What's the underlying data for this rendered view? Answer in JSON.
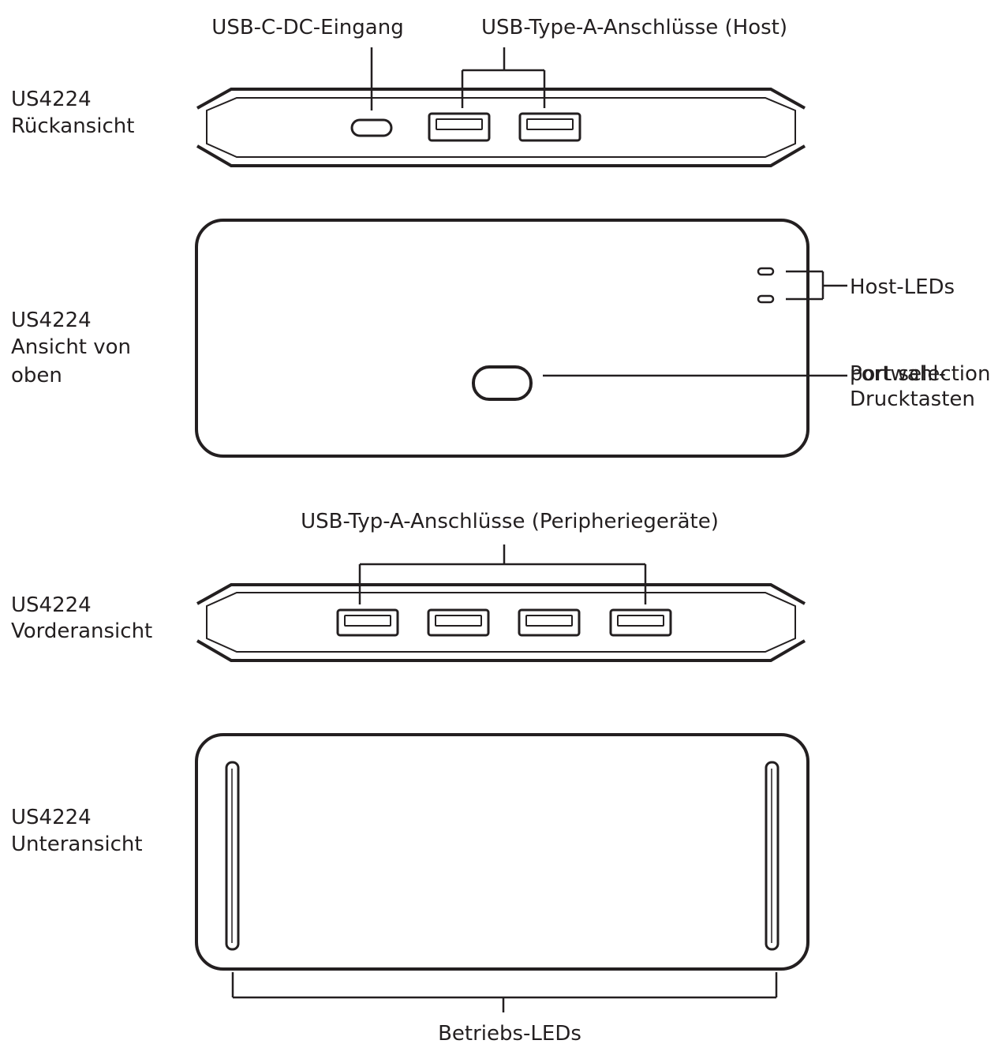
{
  "rear_view": {
    "model": "US4224",
    "view": "Rückansicht",
    "callout_dc_input": "USB-C-DC-Eingang",
    "callout_host_ports": "USB-Type-A-Anschlüsse (Host)"
  },
  "top_view": {
    "model": "US4224",
    "view_line1": "Ansicht von",
    "view_line2": "oben",
    "callout_host_leds": "Host-LEDs",
    "callout_port_selection_overlay": "port selection",
    "callout_port_selection_line1": "Portwahl-",
    "callout_port_selection_line2": "Drucktasten"
  },
  "front_view": {
    "model": "US4224",
    "view": "Vorderansicht",
    "callout_peripheral_ports": "USB-Typ-A-Anschlüsse (Peripheriegeräte)"
  },
  "bottom_view": {
    "model": "US4224",
    "view": "Unteransicht",
    "callout_power_leds": "Betriebs-LEDs"
  }
}
